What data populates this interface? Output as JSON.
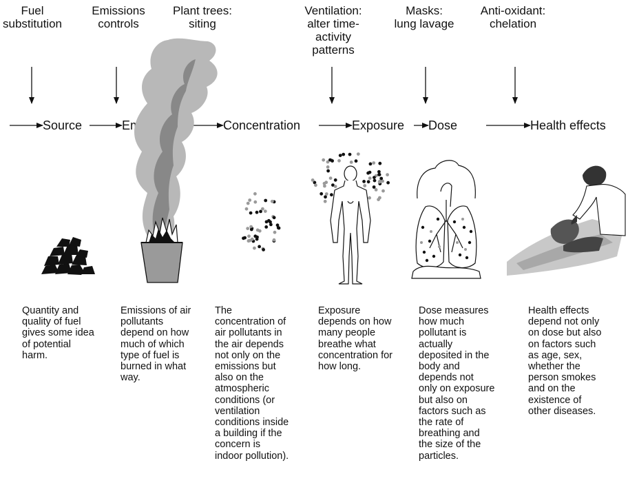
{
  "interventions": [
    {
      "id": "fuel",
      "text": "Fuel\nsubstitution"
    },
    {
      "id": "emissions",
      "text": "Emissions\ncontrols"
    },
    {
      "id": "trees",
      "text": "Plant trees:\nsiting"
    },
    {
      "id": "ventilation",
      "text": "Ventilation:\nalter time-\nactivity\npatterns"
    },
    {
      "id": "masks",
      "text": "Masks:\nlung lavage"
    },
    {
      "id": "antioxidant",
      "text": "Anti-oxidant:\nchelation"
    }
  ],
  "stages": [
    {
      "id": "source",
      "label": "Source"
    },
    {
      "id": "emissions",
      "label": "Emissions"
    },
    {
      "id": "concentration",
      "label": "Concentration"
    },
    {
      "id": "exposure",
      "label": "Exposure"
    },
    {
      "id": "dose",
      "label": "Dose"
    },
    {
      "id": "health",
      "label": "Health effects"
    }
  ],
  "descriptions": [
    {
      "id": "source",
      "text": "Quantity and\nquality of fuel\ngives some idea\nof potential\nharm."
    },
    {
      "id": "emissions",
      "text": "Emissions of air\npollutants\ndepend on how\nmuch of which\ntype of fuel is\nburned in what\nway."
    },
    {
      "id": "concentration",
      "text": "The\nconcentration of\nair pollutants in\nthe air depends\nnot only on the\nemissions but\nalso on the\natmospheric\nconditions (or\nventilation\nconditions inside\na building if the\nconcern is\nindoor pollution)."
    },
    {
      "id": "exposure",
      "text": "Exposure\ndepends on how\nmany people\nbreathe what\nconcentration for\nhow long."
    },
    {
      "id": "dose",
      "text": "Dose measures\nhow much\npollutant is\nactually\ndeposited in the\nbody and\ndepends not\nonly on exposure\nbut also on\nfactors such as\nthe rate of\nbreathing and\nthe size of the\nparticles."
    },
    {
      "id": "health",
      "text": "Health effects\ndepend not only\non dose but also\non factors such\nas age, sex,\nwhether the\nperson smokes\nand on the\nexistence of\nother diseases."
    }
  ],
  "icons": [
    "coal-pile-icon",
    "burning-bucket-smoke-icon",
    "particle-cloud-icon",
    "person-in-particles-icon",
    "lungs-icon",
    "patient-in-bed-icon"
  ],
  "colors": {
    "ink": "#111111",
    "grey": "#9a9a9a",
    "smoke": "#b8b8b8"
  }
}
